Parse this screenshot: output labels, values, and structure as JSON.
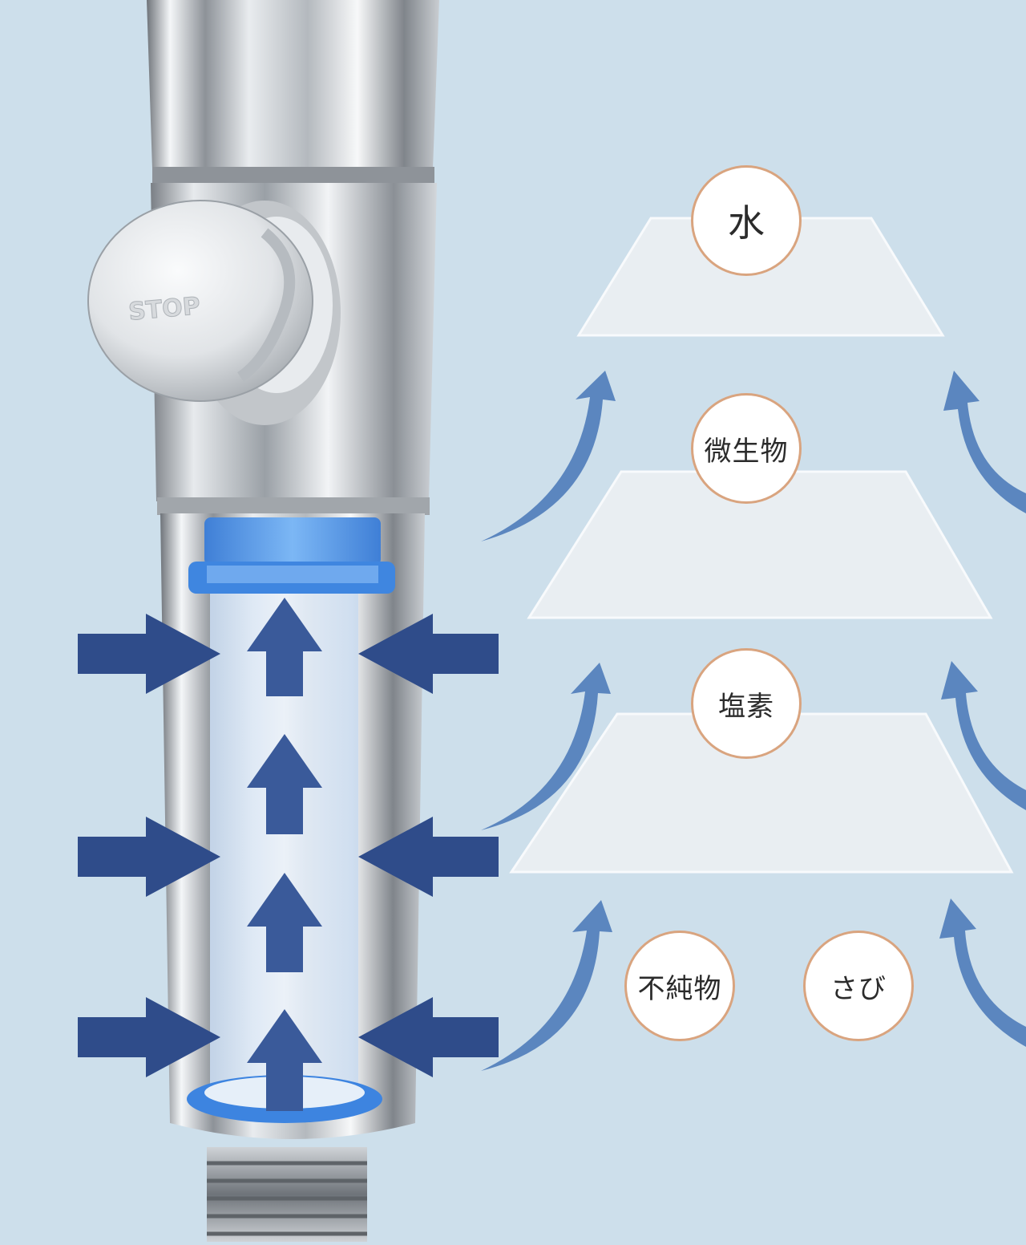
{
  "labels": {
    "water": "水",
    "microbes": "微生物",
    "chlorine": "塩素",
    "impurities": "不純物",
    "rust": "さび"
  },
  "device": {
    "knob_label": "STOP"
  },
  "colors": {
    "background": "#cddfeb",
    "arrow_dark": "#2f4c8a",
    "arrow_curve": "#5b86bf",
    "filter_blue": "#3d84e0",
    "bubble_border": "#d9a47f",
    "layer_fill": "#eef2f5"
  }
}
